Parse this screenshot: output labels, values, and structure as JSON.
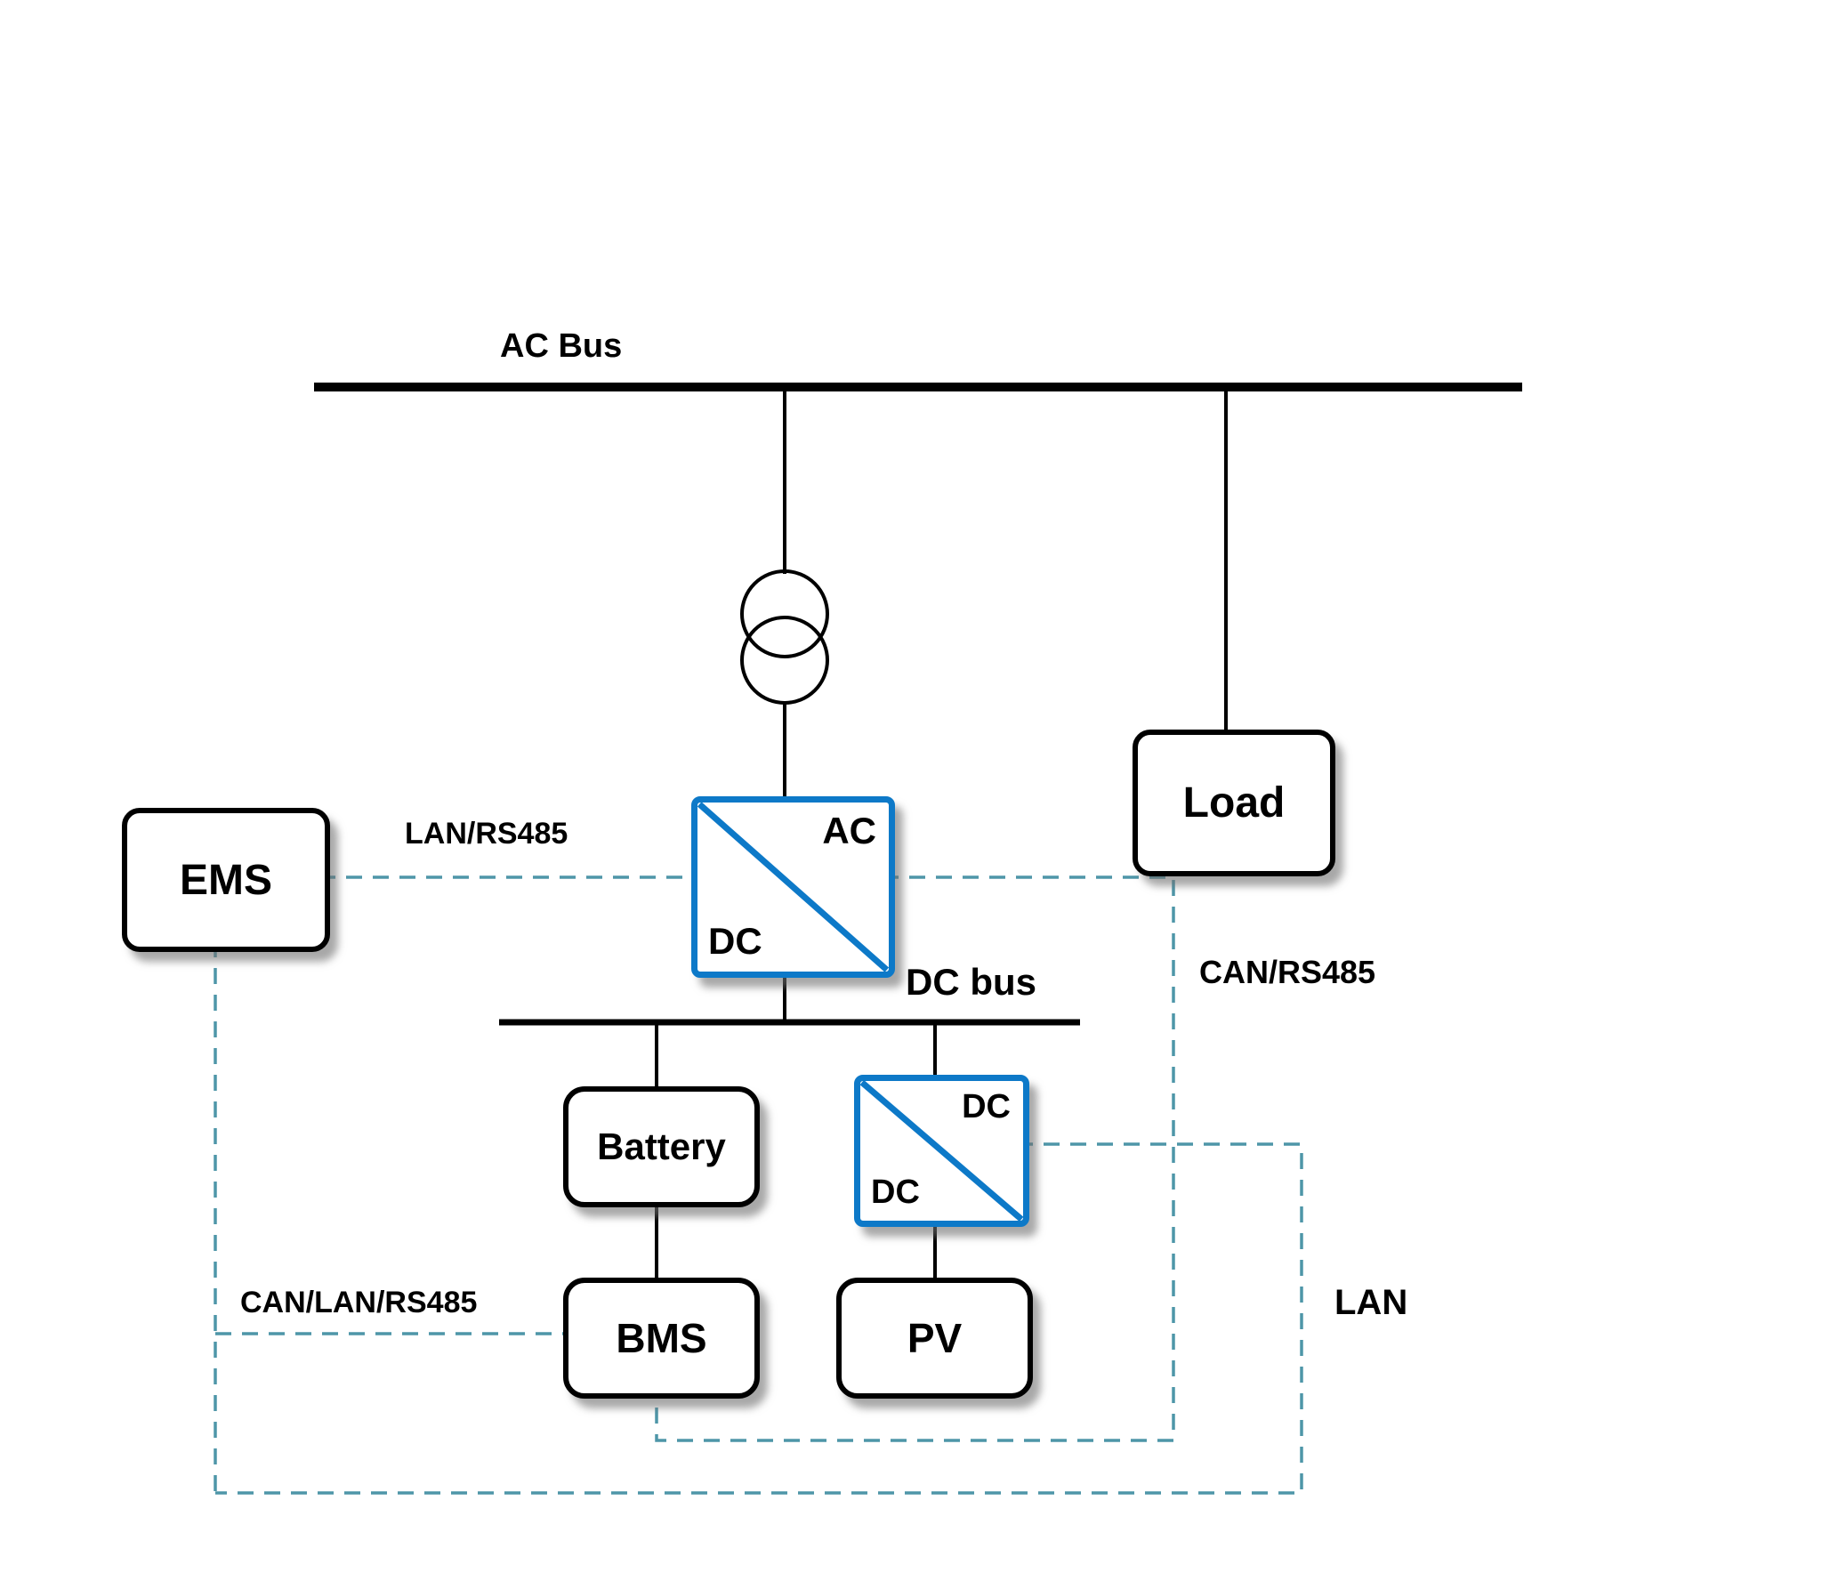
{
  "diagram": {
    "buses": {
      "ac_bus": "AC Bus",
      "dc_bus": "DC bus"
    },
    "nodes": {
      "ems": "EMS",
      "load": "Load",
      "battery": "Battery",
      "bms": "BMS",
      "pv": "PV",
      "ac_dc_converter": {
        "top": "AC",
        "bottom": "DC"
      },
      "dc_dc_converter": {
        "top": "DC",
        "bottom": "DC"
      }
    },
    "links": {
      "lan_rs485": "LAN/RS485",
      "can_rs485": "CAN/RS485",
      "can_lan_rs485": "CAN/LAN/RS485",
      "lan": "LAN"
    },
    "colors": {
      "power_line": "#000000",
      "comm_line": "#4e96a8",
      "converter_border": "#0d79c8"
    }
  }
}
